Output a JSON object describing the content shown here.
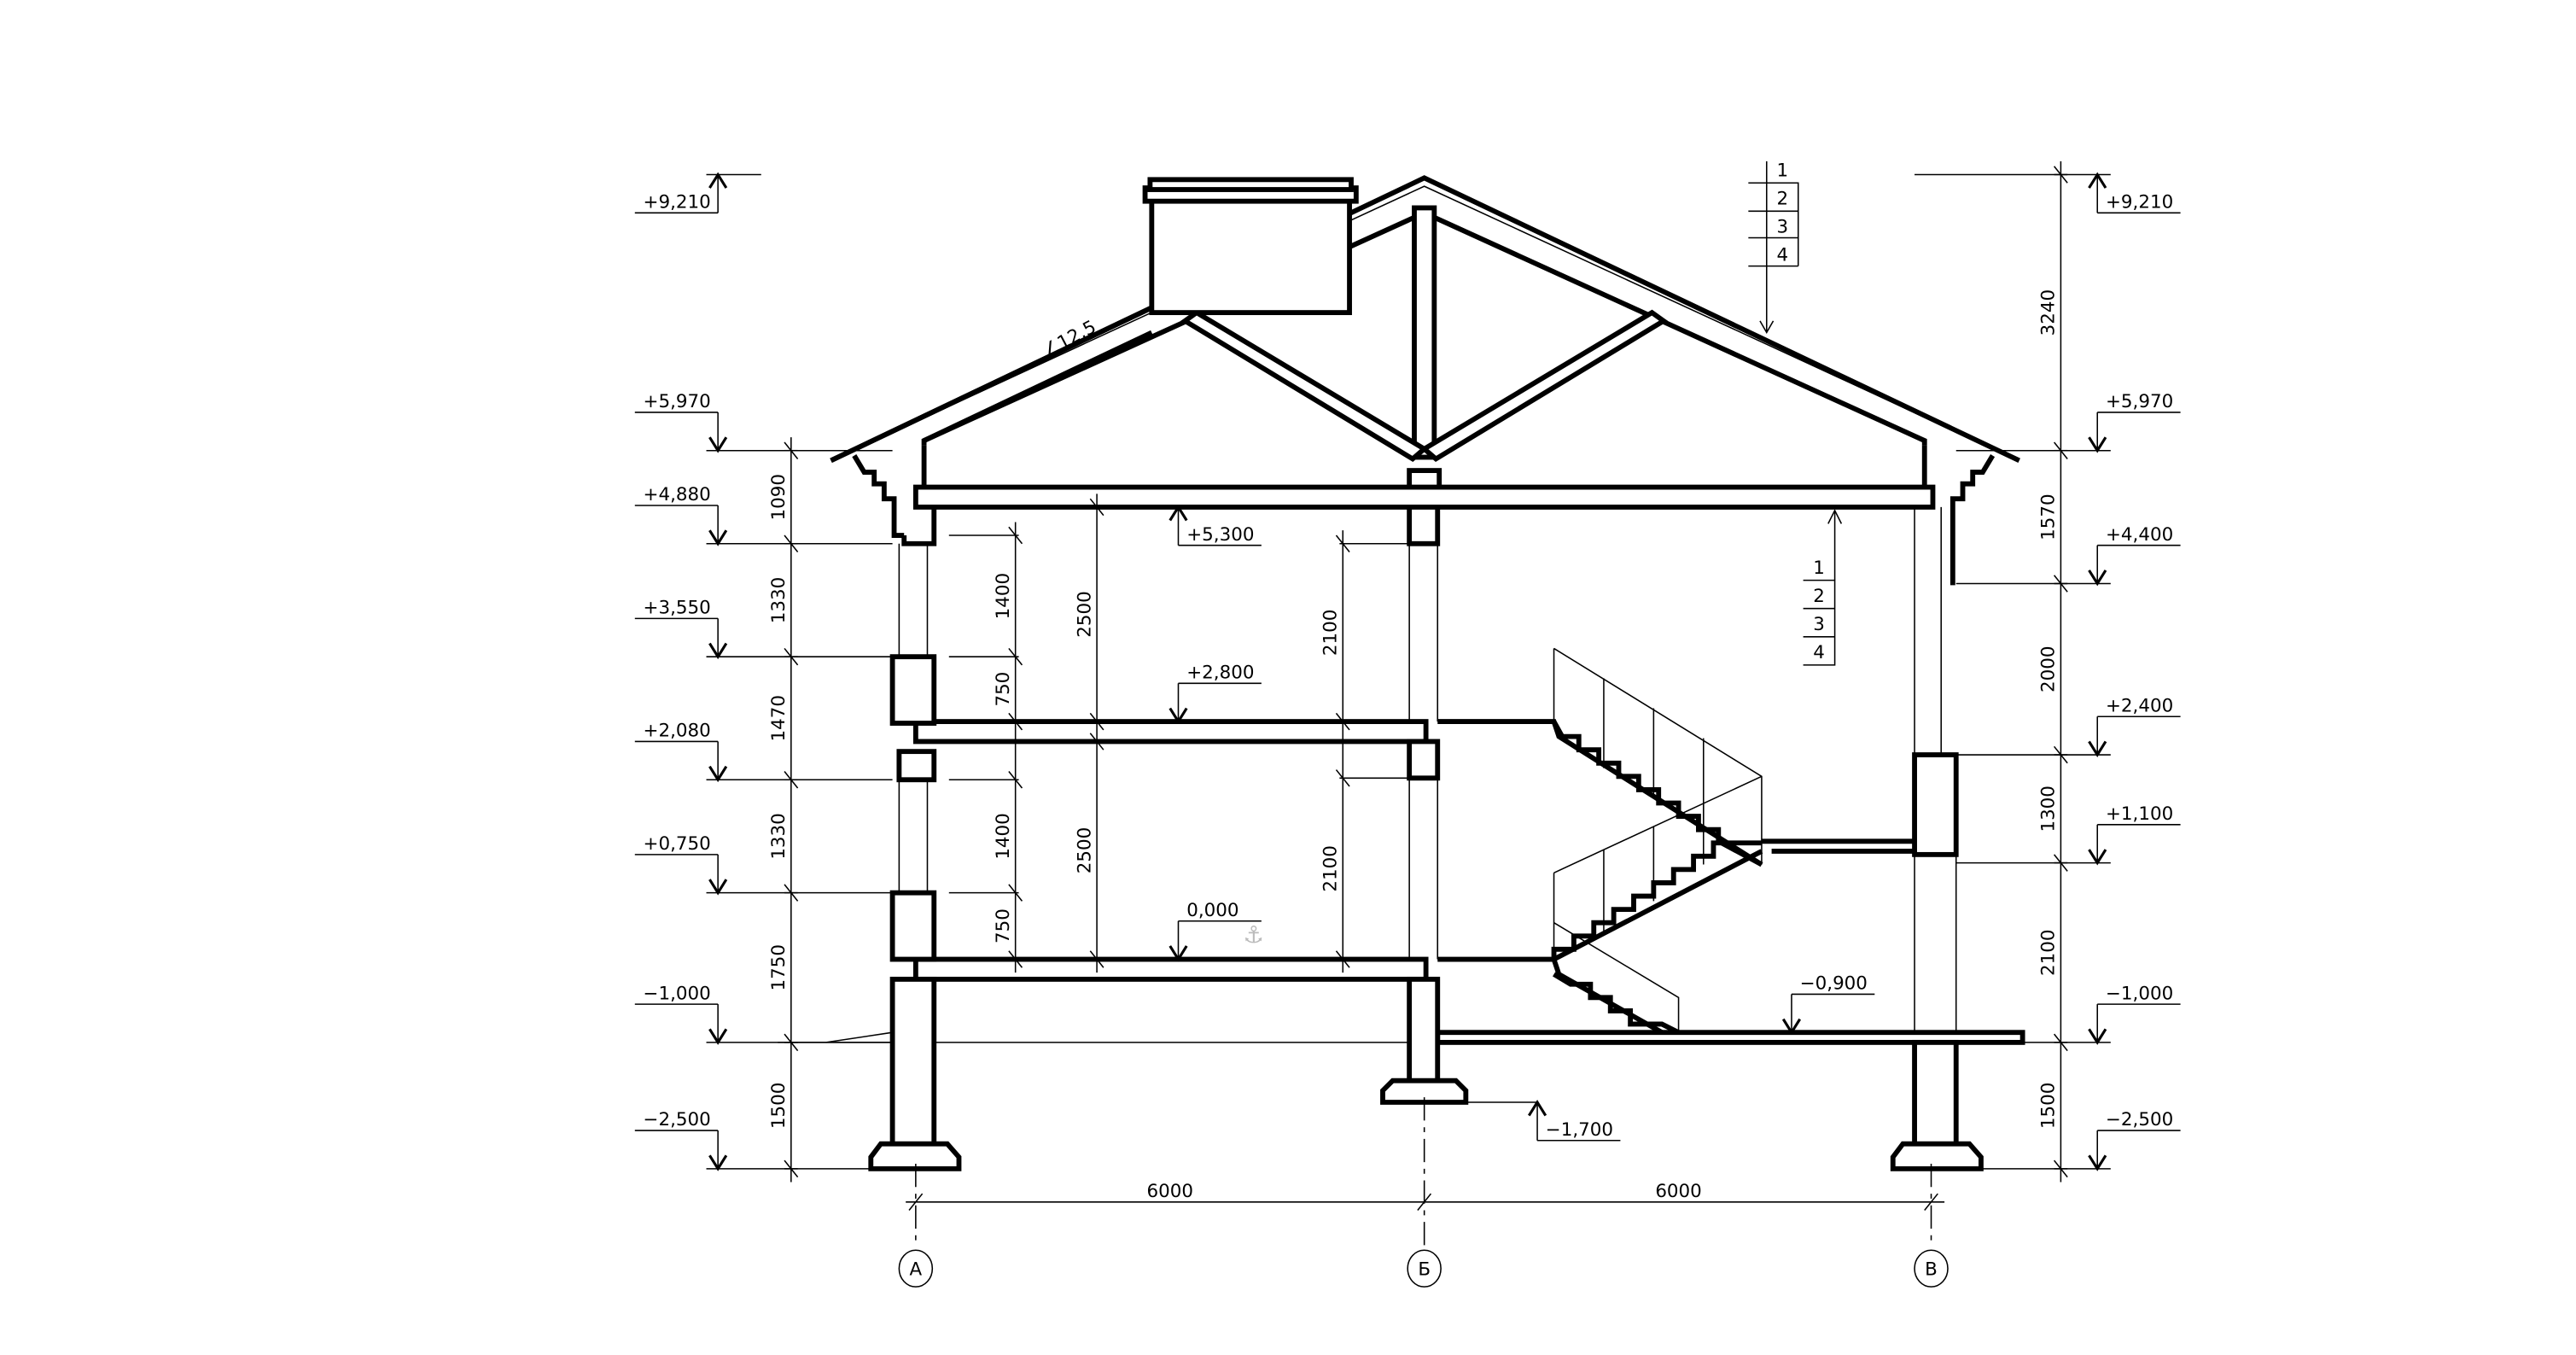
{
  "levels_left": [
    "+9,210",
    "+5,970",
    "+4,880",
    "+3,550",
    "+2,080",
    "+0,750",
    "−1,000",
    "−2,500"
  ],
  "levels_right": [
    "+9,210",
    "+5,970",
    "+4,400",
    "+2,400",
    "+1,100",
    "−1,000",
    "−2,500"
  ],
  "levels_inner": {
    "attic_ceiling": "+5,300",
    "second_floor": "+2,800",
    "first_floor": "0,000",
    "stair_landing": "−0,900",
    "footing": "−1,700"
  },
  "dims_left": [
    "1090",
    "1330",
    "1470",
    "1330",
    "1750",
    "1500"
  ],
  "dims_right": [
    "3240",
    "1570",
    "2000",
    "1300",
    "2100",
    "1500"
  ],
  "dims_window": [
    "1400",
    "750",
    "1400",
    "750"
  ],
  "dims_storey": [
    "2500",
    "2500"
  ],
  "dims_door": [
    "2100",
    "2100"
  ],
  "dims_bottom": [
    "6000",
    "6000"
  ],
  "axes": [
    "А",
    "Б",
    "В"
  ],
  "roof_slope": "∠12,5",
  "layers_roof": [
    "1",
    "2",
    "3",
    "4"
  ],
  "layers_floor": [
    "1",
    "2",
    "3",
    "4"
  ]
}
